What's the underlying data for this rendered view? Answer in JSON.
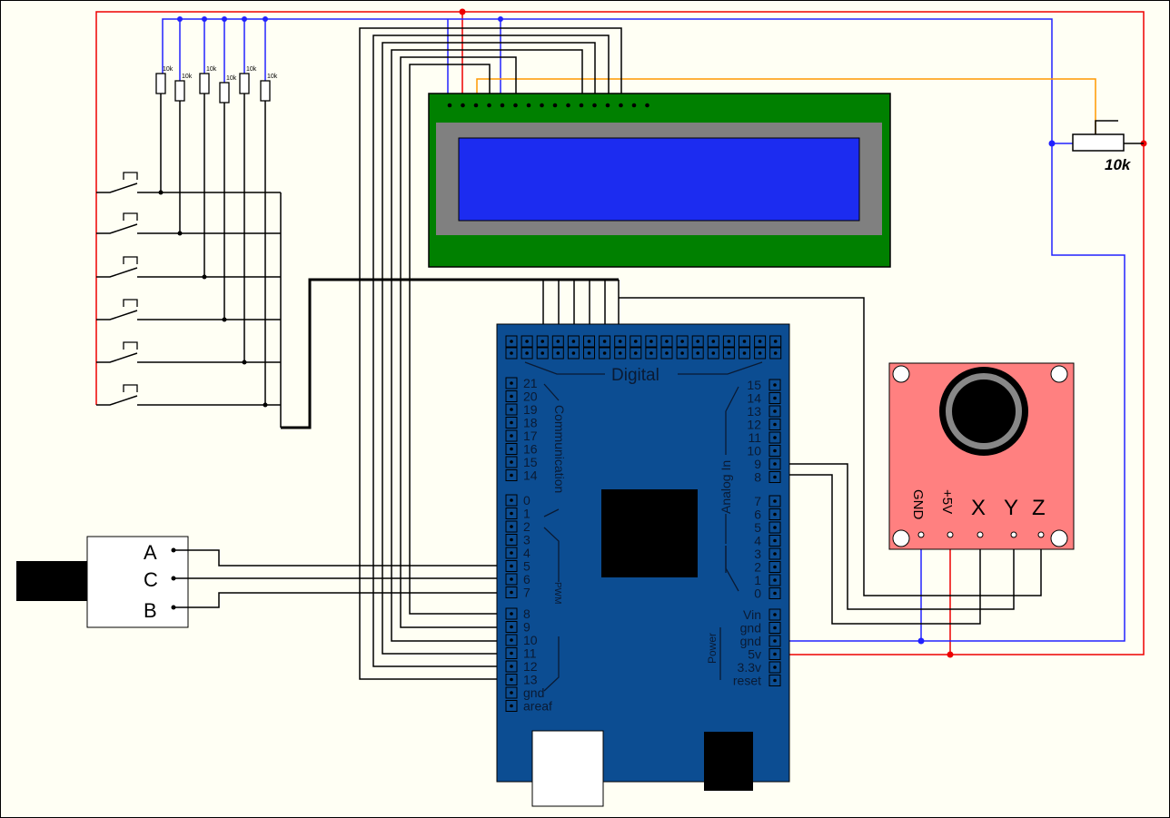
{
  "lcd": {
    "pin_count": 16,
    "screen_color": "#1c2cf0",
    "bezel_color": "#808080",
    "pcb_color": "#008000"
  },
  "potentiometer": {
    "label": "10k"
  },
  "resistors": {
    "label": "10k",
    "count": 6
  },
  "switches": {
    "count": 6
  },
  "connector": {
    "labels": [
      "A",
      "C",
      "B"
    ]
  },
  "arduino": {
    "color": "#0c4d92",
    "digital_label": "Digital",
    "communication_label": "Communication",
    "pwm_label": "PWM",
    "analog_label": "Analog In",
    "power_label": "Power",
    "left_pins_comm": [
      "21",
      "20",
      "19",
      "18",
      "17",
      "16",
      "15",
      "14"
    ],
    "left_pins_pwm": [
      "0",
      "1",
      "2",
      "3",
      "4",
      "5",
      "6",
      "7"
    ],
    "left_pins_low": [
      "8",
      "9",
      "10",
      "11",
      "12",
      "13",
      "gnd",
      "areaf"
    ],
    "right_pins_analog_high": [
      "15",
      "14",
      "13",
      "12",
      "11",
      "10",
      "9",
      "8"
    ],
    "right_pins_analog_low": [
      "7",
      "6",
      "5",
      "4",
      "3",
      "2",
      "1",
      "0"
    ],
    "right_pins_power": [
      "Vin",
      "gnd",
      "gnd",
      "5v",
      "3.3v",
      "reset"
    ]
  },
  "joystick": {
    "color": "#ff8080",
    "labels": {
      "gnd": "GND",
      "vcc": "+5V",
      "x": "X",
      "y": "Y",
      "z": "Z"
    }
  }
}
